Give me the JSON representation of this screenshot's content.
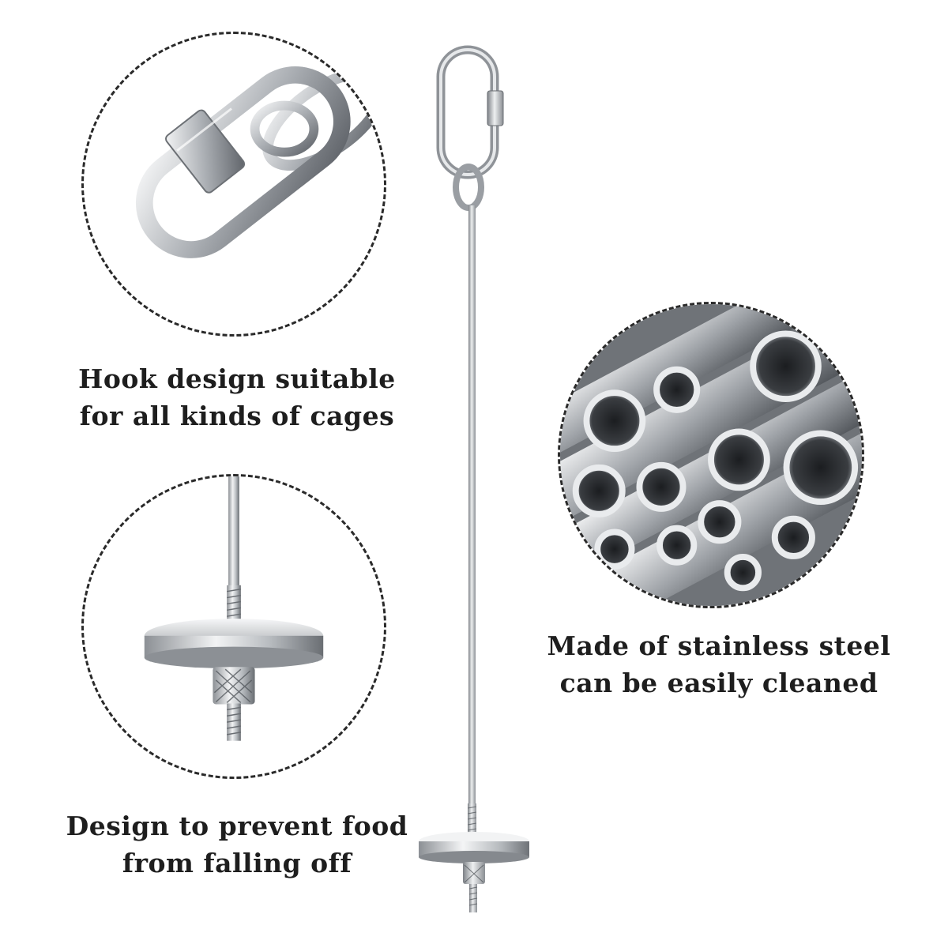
{
  "features": {
    "hook": {
      "line1": "Hook design suitable",
      "line2": "for all kinds of cages",
      "icon": "carabiner-closeup"
    },
    "plate": {
      "line1": "Design to prevent food",
      "line2": "from falling off",
      "icon": "stopper-plate-closeup"
    },
    "material": {
      "line1": "Made of stainless steel",
      "line2": "can be easily cleaned",
      "icon": "steel-tubes-closeup"
    }
  },
  "product": {
    "icon": "skewer-with-carabiner-and-plate"
  },
  "colors": {
    "steel_light": "#e8eaec",
    "steel_mid": "#b4b8bc",
    "steel_dark": "#5d6166",
    "text": "#1e1e1e"
  }
}
